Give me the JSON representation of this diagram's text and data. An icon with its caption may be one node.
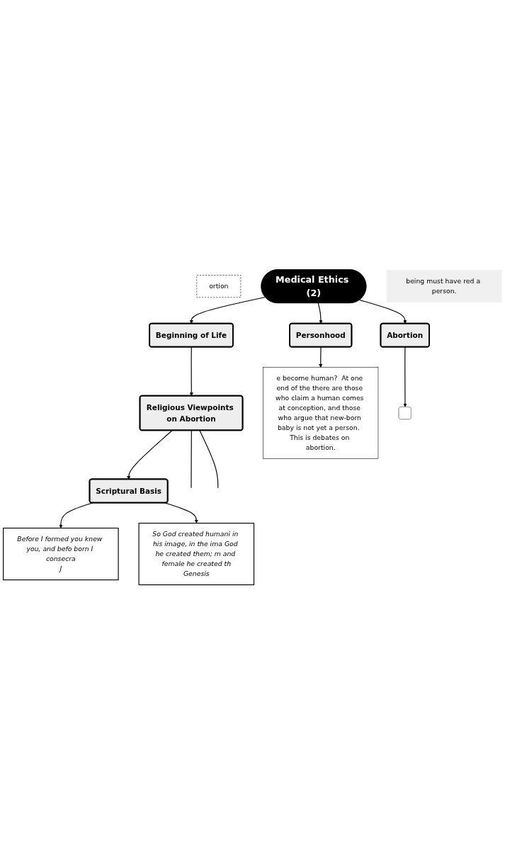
{
  "diagram": {
    "nodes": [
      {
        "text": [
          "ortion"
        ]
      },
      {
        "text": [
          "Scriptural Basis"
        ]
      },
      {
        "text": [
          "Before I formed you knew you, and befo born I consecra",
          "J"
        ]
      },
      {
        "text": [
          "Religious Viewpoints on Abortion"
        ]
      },
      {
        "text": [
          "So God created humani in his image, in the ima God he created them; m and female he created th",
          "Genesis"
        ]
      },
      {
        "text": [
          "Beginning of Life"
        ]
      },
      {
        "text": [
          "Medical Ethics (2)"
        ]
      },
      {
        "text": [
          "Abortion"
        ]
      },
      {
        "text": [
          "Personhood"
        ]
      },
      {
        "text": [
          "being must have red a person."
        ]
      },
      {
        "text": [
          "e become human?  At one end of the there are those who claim a human comes at conception, and those who argue that new-born baby is not yet a person.  This is debates on abortion."
        ]
      },
      {
        "text": [],
        "shape": "box"
      }
    ],
    "edges": [
      {
        "from": 1,
        "to": 2,
        "arrow": "to"
      },
      {
        "from": 1,
        "to": 4,
        "arrow": "to"
      },
      {
        "from": 3,
        "to": 1,
        "arrow": "to"
      },
      {
        "from": 3,
        "to": null,
        "arrow": "none"
      },
      {
        "from": 3,
        "to": null,
        "arrow": "none"
      },
      {
        "from": 5,
        "to": 3,
        "arrow": "to"
      },
      {
        "from": 6,
        "to": 5,
        "arrow": "to"
      },
      {
        "from": 6,
        "to": 8,
        "arrow": "to"
      },
      {
        "from": 6,
        "to": 7,
        "arrow": "to"
      },
      {
        "from": 8,
        "to": 10,
        "arrow": "to"
      },
      {
        "from": 7,
        "to": 11,
        "arrow": "to"
      }
    ]
  }
}
